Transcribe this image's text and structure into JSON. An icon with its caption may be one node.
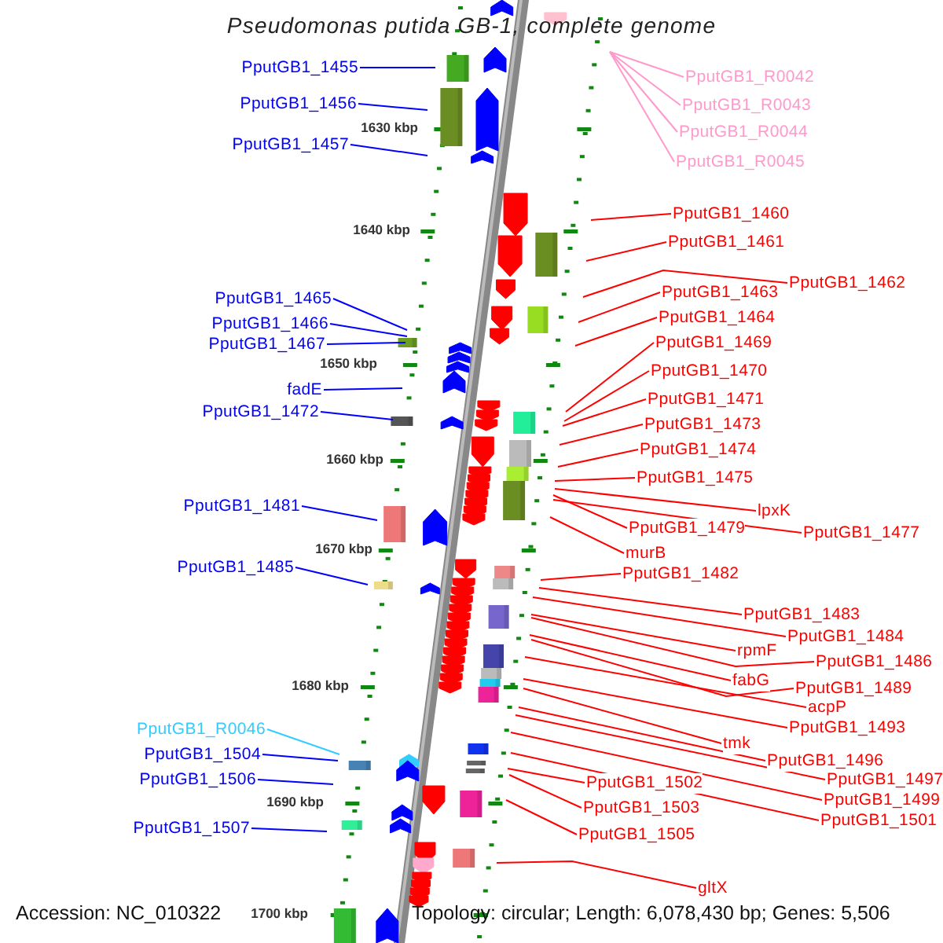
{
  "diagram": {
    "title": "Pseudomonas putida GB-1, complete genome",
    "nodes": [
      {
        "text": [
          "PputGB1_1455"
        ]
      },
      {
        "text": [
          "PputGB1_1456"
        ]
      },
      {
        "text": [
          "PputGB1_1457"
        ]
      },
      {
        "text": [
          "PputGB1_1465"
        ]
      },
      {
        "text": [
          "PputGB1_1466"
        ]
      },
      {
        "text": [
          "PputGB1_1467"
        ]
      },
      {
        "text": [
          "fadE"
        ]
      },
      {
        "text": [
          "PputGB1_1472"
        ]
      },
      {
        "text": [
          "PputGB1_1481"
        ]
      },
      {
        "text": [
          "PputGB1_1485"
        ]
      },
      {
        "text": [
          "PputGB1_R0046"
        ]
      },
      {
        "text": [
          "PputGB1_1504"
        ]
      },
      {
        "text": [
          "PputGB1_1506"
        ]
      },
      {
        "text": [
          "PputGB1_1507"
        ]
      },
      {
        "text": [
          "PputGB1_R0042"
        ]
      },
      {
        "text": [
          "PputGB1_R0043"
        ]
      },
      {
        "text": [
          "PputGB1_R0044"
        ]
      },
      {
        "text": [
          "PputGB1_R0045"
        ]
      },
      {
        "text": [
          "PputGB1_1460"
        ]
      },
      {
        "text": [
          "PputGB1_1461"
        ]
      },
      {
        "text": [
          "PputGB1_1462"
        ]
      },
      {
        "text": [
          "PputGB1_1463"
        ]
      },
      {
        "text": [
          "PputGB1_1464"
        ]
      },
      {
        "text": [
          "PputGB1_1469"
        ]
      },
      {
        "text": [
          "PputGB1_1470"
        ]
      },
      {
        "text": [
          "PputGB1_1471"
        ]
      },
      {
        "text": [
          "PputGB1_1473"
        ]
      },
      {
        "text": [
          "PputGB1_1474"
        ]
      },
      {
        "text": [
          "PputGB1_1475"
        ]
      },
      {
        "text": [
          "lpxK"
        ]
      },
      {
        "text": [
          "PputGB1_1479"
        ]
      },
      {
        "text": [
          "PputGB1_1477"
        ]
      },
      {
        "text": [
          "murB"
        ]
      },
      {
        "text": [
          "PputGB1_1482"
        ]
      },
      {
        "text": [
          "PputGB1_1483"
        ]
      },
      {
        "text": [
          "PputGB1_1484"
        ]
      },
      {
        "text": [
          "rpmF"
        ]
      },
      {
        "text": [
          "PputGB1_1486"
        ]
      },
      {
        "text": [
          "fabG"
        ]
      },
      {
        "text": [
          "PputGB1_1489"
        ]
      },
      {
        "text": [
          "acpP"
        ]
      },
      {
        "text": [
          "PputGB1_1493"
        ]
      },
      {
        "text": [
          "tmk"
        ]
      },
      {
        "text": [
          "PputGB1_1496"
        ]
      },
      {
        "text": [
          "PputGB1_1497"
        ]
      },
      {
        "text": [
          "PputGB1_1499"
        ]
      },
      {
        "text": [
          "PputGB1_1501"
        ]
      },
      {
        "text": [
          "PputGB1_1502"
        ]
      },
      {
        "text": [
          "PputGB1_1503"
        ]
      },
      {
        "text": [
          "PputGB1_1505"
        ]
      },
      {
        "text": [
          "gltX"
        ]
      }
    ],
    "edges": [
      {
        "from": 0,
        "to": null,
        "arrow": "none",
        "color": "#0000ff"
      },
      {
        "from": 1,
        "to": null,
        "arrow": "none",
        "color": "#0000ff"
      },
      {
        "from": 2,
        "to": null,
        "arrow": "none",
        "color": "#0000ff"
      },
      {
        "from": 3,
        "to": null,
        "arrow": "none",
        "color": "#0000ff"
      },
      {
        "from": 4,
        "to": null,
        "arrow": "none",
        "color": "#0000ff"
      },
      {
        "from": 5,
        "to": null,
        "arrow": "none",
        "color": "#0000ff"
      },
      {
        "from": 6,
        "to": null,
        "arrow": "none",
        "color": "#0000ff"
      },
      {
        "from": 7,
        "to": null,
        "arrow": "none",
        "color": "#0000ff"
      },
      {
        "from": 8,
        "to": null,
        "arrow": "none",
        "color": "#0000ff"
      },
      {
        "from": 9,
        "to": null,
        "arrow": "none",
        "color": "#0000ff"
      },
      {
        "from": 10,
        "to": null,
        "arrow": "none",
        "color": "#33ccff"
      },
      {
        "from": 11,
        "to": null,
        "arrow": "none",
        "color": "#0000ff"
      },
      {
        "from": 12,
        "to": null,
        "arrow": "none",
        "color": "#0000ff"
      },
      {
        "from": 13,
        "to": null,
        "arrow": "none",
        "color": "#0000ff"
      },
      {
        "from": 14,
        "to": null,
        "arrow": "none",
        "color": "#ff99cc"
      },
      {
        "from": 15,
        "to": null,
        "arrow": "none",
        "color": "#ff99cc"
      },
      {
        "from": 16,
        "to": null,
        "arrow": "none",
        "color": "#ff99cc"
      },
      {
        "from": 17,
        "to": null,
        "arrow": "none",
        "color": "#ff99cc"
      },
      {
        "from": 18,
        "to": null,
        "arrow": "none"
      },
      {
        "from": 19,
        "to": null,
        "arrow": "none"
      },
      {
        "from": 20,
        "to": null,
        "arrow": "none"
      },
      {
        "from": 21,
        "to": null,
        "arrow": "none"
      },
      {
        "from": 22,
        "to": null,
        "arrow": "none"
      },
      {
        "from": 23,
        "to": null,
        "arrow": "none"
      },
      {
        "from": 24,
        "to": null,
        "arrow": "none"
      },
      {
        "from": 25,
        "to": null,
        "arrow": "none"
      },
      {
        "from": 26,
        "to": null,
        "arrow": "none"
      },
      {
        "from": 27,
        "to": null,
        "arrow": "none"
      },
      {
        "from": 28,
        "to": null,
        "arrow": "none"
      },
      {
        "from": 29,
        "to": null,
        "arrow": "none"
      },
      {
        "from": 30,
        "to": null,
        "arrow": "none"
      },
      {
        "from": 31,
        "to": null,
        "arrow": "none"
      },
      {
        "from": 32,
        "to": null,
        "arrow": "none"
      },
      {
        "from": 33,
        "to": null,
        "arrow": "none"
      },
      {
        "from": 34,
        "to": null,
        "arrow": "none"
      },
      {
        "from": 35,
        "to": null,
        "arrow": "none"
      },
      {
        "from": 36,
        "to": null,
        "arrow": "none"
      },
      {
        "from": 37,
        "to": null,
        "arrow": "none"
      },
      {
        "from": 38,
        "to": null,
        "arrow": "none"
      },
      {
        "from": 39,
        "to": null,
        "arrow": "none"
      },
      {
        "from": 40,
        "to": null,
        "arrow": "none"
      },
      {
        "from": 41,
        "to": null,
        "arrow": "none"
      },
      {
        "from": 42,
        "to": null,
        "arrow": "none"
      },
      {
        "from": 43,
        "to": null,
        "arrow": "none"
      },
      {
        "from": 44,
        "to": null,
        "arrow": "none"
      },
      {
        "from": 45,
        "to": null,
        "arrow": "none"
      },
      {
        "from": 46,
        "to": null,
        "arrow": "none"
      },
      {
        "from": 47,
        "to": null,
        "arrow": "none"
      },
      {
        "from": 48,
        "to": null,
        "arrow": "none"
      },
      {
        "from": 49,
        "to": null,
        "arrow": "none"
      },
      {
        "from": 50,
        "to": null,
        "arrow": "none"
      }
    ],
    "labels": [
      "1630 kbp",
      "1640 kbp",
      "1650 kbp",
      "1660 kbp",
      "1670 kbp",
      "1680 kbp",
      "1690 kbp",
      "1700 kbp",
      "Accession: NC_010322",
      "Topology: circular; Length: 6,078,430 bp; Genes: 5,506"
    ]
  }
}
